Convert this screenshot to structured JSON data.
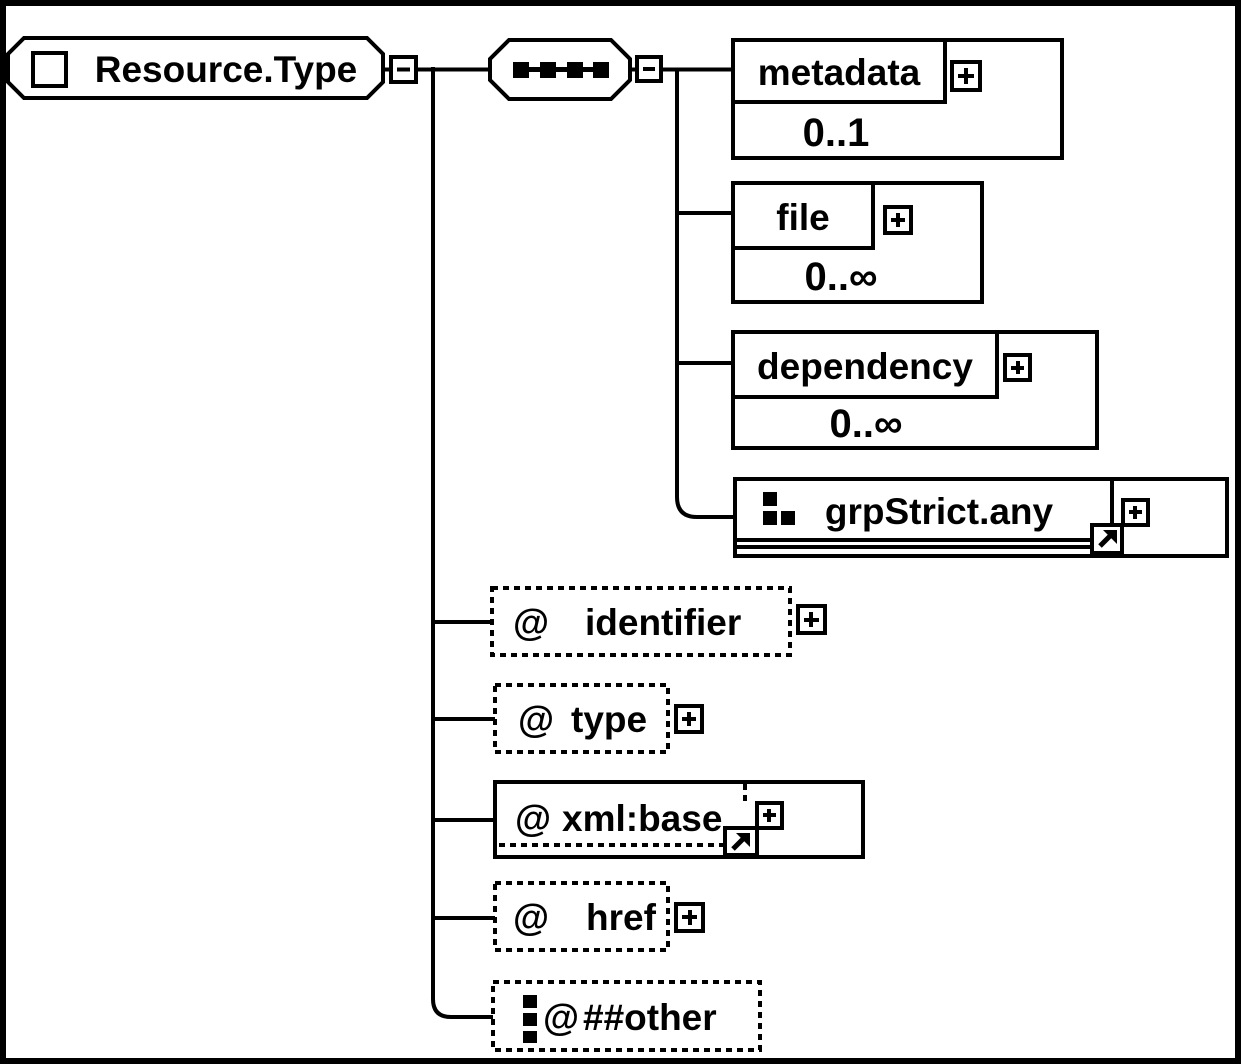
{
  "colors": {
    "ink": "#000000",
    "paper": "#ffffff"
  },
  "root": {
    "label": "Resource.Type"
  },
  "children": [
    {
      "label": "metadata",
      "cardinality": "0..1"
    },
    {
      "label": "file",
      "cardinality": "0..∞"
    },
    {
      "label": "dependency",
      "cardinality": "0..∞"
    },
    {
      "label": "grpStrict.any"
    }
  ],
  "attributes": [
    {
      "prefix": "@",
      "name": "identifier"
    },
    {
      "prefix": "@",
      "name": "type"
    },
    {
      "prefix": "@",
      "name": "xml:base"
    },
    {
      "prefix": "@",
      "name": "href"
    },
    {
      "prefix": "@",
      "name": "##other"
    }
  ],
  "icons": {
    "element-icon": "□",
    "sequence-icon": "▪▪▪▪",
    "collapse-icon": "−",
    "expand-icon": "+",
    "group-icon": "∷",
    "any-attribute-icon": "⋮",
    "link-icon": "↗"
  }
}
